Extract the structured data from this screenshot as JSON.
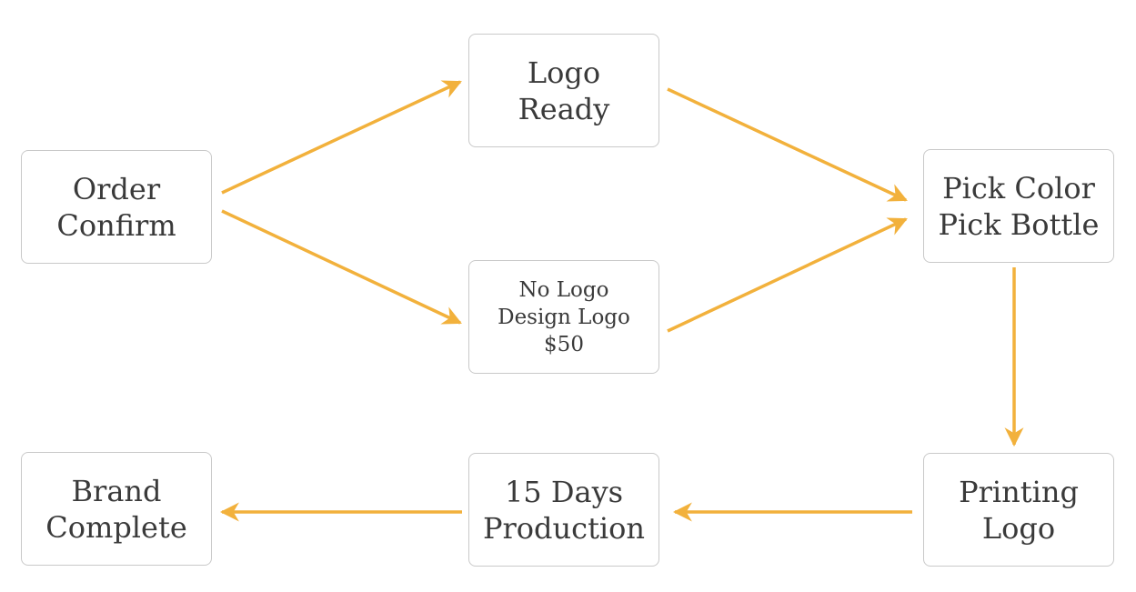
{
  "diagram": {
    "arrow_color": "#f2b13c",
    "nodes": {
      "order_confirm": {
        "lines": [
          "Order",
          "Confirm"
        ]
      },
      "logo_ready": {
        "lines": [
          "Logo",
          "Ready"
        ]
      },
      "no_logo": {
        "lines": [
          "No Logo",
          "Design Logo",
          "$50"
        ]
      },
      "pick": {
        "lines": [
          "Pick Color",
          "Pick Bottle"
        ]
      },
      "printing": {
        "lines": [
          "Printing",
          "Logo"
        ]
      },
      "production": {
        "lines": [
          "15 Days",
          "Production"
        ]
      },
      "brand": {
        "lines": [
          "Brand",
          "Complete"
        ]
      }
    },
    "edges": [
      {
        "from": "order_confirm",
        "to": "logo_ready"
      },
      {
        "from": "order_confirm",
        "to": "no_logo"
      },
      {
        "from": "logo_ready",
        "to": "pick"
      },
      {
        "from": "no_logo",
        "to": "pick"
      },
      {
        "from": "pick",
        "to": "printing"
      },
      {
        "from": "printing",
        "to": "production"
      },
      {
        "from": "production",
        "to": "brand"
      }
    ]
  }
}
